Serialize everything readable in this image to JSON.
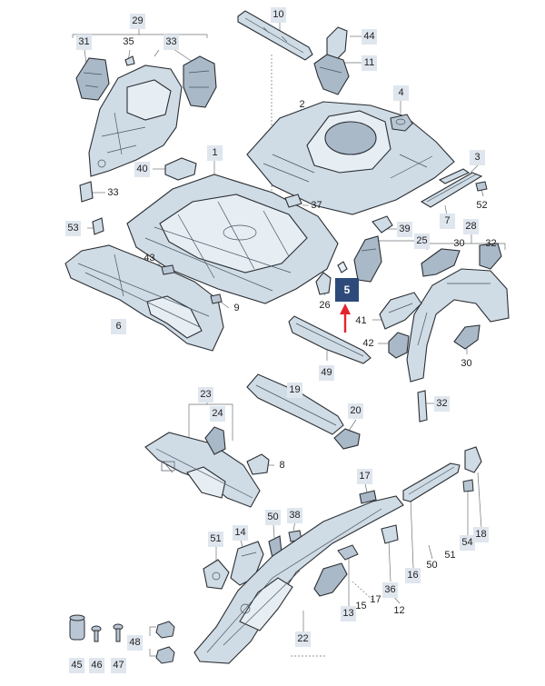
{
  "diagram": {
    "highlight": {
      "text": "5",
      "color": "#2d4a7a",
      "arrow_color": "#e3252a"
    },
    "labels": [
      {
        "key": "l29",
        "text": "29"
      },
      {
        "key": "l31",
        "text": "31"
      },
      {
        "key": "l35",
        "text": "35"
      },
      {
        "key": "l33a",
        "text": "33"
      },
      {
        "key": "l10",
        "text": "10"
      },
      {
        "key": "l44",
        "text": "44"
      },
      {
        "key": "l11",
        "text": "11"
      },
      {
        "key": "l2",
        "text": "2"
      },
      {
        "key": "l4",
        "text": "4"
      },
      {
        "key": "l1",
        "text": "1"
      },
      {
        "key": "l40",
        "text": "40"
      },
      {
        "key": "l3",
        "text": "3"
      },
      {
        "key": "l33b",
        "text": "33"
      },
      {
        "key": "l37",
        "text": "37"
      },
      {
        "key": "l7",
        "text": "7"
      },
      {
        "key": "l52",
        "text": "52"
      },
      {
        "key": "l53",
        "text": "53"
      },
      {
        "key": "l39",
        "text": "39"
      },
      {
        "key": "l25",
        "text": "25"
      },
      {
        "key": "l28",
        "text": "28"
      },
      {
        "key": "l30a",
        "text": "30"
      },
      {
        "key": "l32a",
        "text": "32"
      },
      {
        "key": "l43",
        "text": "43"
      },
      {
        "key": "l26",
        "text": "26"
      },
      {
        "key": "l6",
        "text": "6"
      },
      {
        "key": "l9",
        "text": "9"
      },
      {
        "key": "l41",
        "text": "41"
      },
      {
        "key": "l42",
        "text": "42"
      },
      {
        "key": "l49",
        "text": "49"
      },
      {
        "key": "l30b",
        "text": "30"
      },
      {
        "key": "l19",
        "text": "19"
      },
      {
        "key": "l23",
        "text": "23"
      },
      {
        "key": "l32b",
        "text": "32"
      },
      {
        "key": "l24",
        "text": "24"
      },
      {
        "key": "l20",
        "text": "20"
      },
      {
        "key": "l8",
        "text": "8"
      },
      {
        "key": "l17a",
        "text": "17"
      },
      {
        "key": "l14",
        "text": "14"
      },
      {
        "key": "l50a",
        "text": "50"
      },
      {
        "key": "l38",
        "text": "38"
      },
      {
        "key": "l51a",
        "text": "51"
      },
      {
        "key": "l18",
        "text": "18"
      },
      {
        "key": "l54",
        "text": "54"
      },
      {
        "key": "l51b",
        "text": "51"
      },
      {
        "key": "l50b",
        "text": "50"
      },
      {
        "key": "l16",
        "text": "16"
      },
      {
        "key": "l36",
        "text": "36"
      },
      {
        "key": "l17b",
        "text": "17"
      },
      {
        "key": "l15",
        "text": "15"
      },
      {
        "key": "l13",
        "text": "13"
      },
      {
        "key": "l12",
        "text": "12"
      },
      {
        "key": "l48",
        "text": "48"
      },
      {
        "key": "l22",
        "text": "22"
      },
      {
        "key": "l45",
        "text": "45"
      },
      {
        "key": "l46",
        "text": "46"
      },
      {
        "key": "l47",
        "text": "47"
      }
    ]
  }
}
